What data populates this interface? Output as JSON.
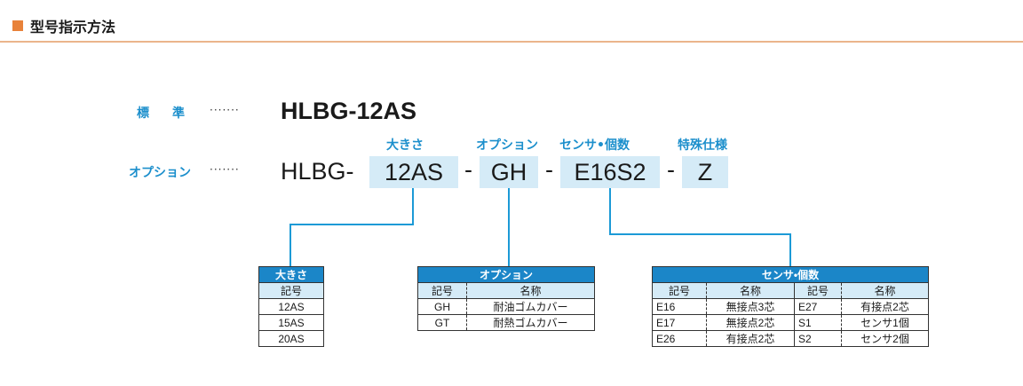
{
  "header": {
    "title": "型号指示方法",
    "accent": "#e8823a"
  },
  "rows": {
    "standard": {
      "label": "標　準",
      "dashes": "·······",
      "model": "HLBG-12AS"
    },
    "option": {
      "label": "オプション",
      "dashes": "·······",
      "prefix": "HLBG-"
    }
  },
  "segments": [
    {
      "label": "大きさ",
      "code": "12AS"
    },
    {
      "label": "オプション",
      "code": "GH"
    },
    {
      "label": "センサ•個数",
      "code": "E16S2"
    },
    {
      "label": "特殊仕様",
      "code": "Z"
    }
  ],
  "separator": "-",
  "tables": {
    "size": {
      "title": "大きさ",
      "col": "記号",
      "rows": [
        "12AS",
        "15AS",
        "20AS"
      ]
    },
    "option": {
      "title": "オプション",
      "cols": [
        "記号",
        "名称"
      ],
      "rows": [
        [
          "GH",
          "耐油ゴムカバー"
        ],
        [
          "GT",
          "耐熱ゴムカバー"
        ]
      ]
    },
    "sensor": {
      "title": "センサ•個数",
      "cols": [
        "記号",
        "名称",
        "記号",
        "名称"
      ],
      "rows": [
        [
          "E16",
          "無接点3芯",
          "E27",
          "有接点2芯"
        ],
        [
          "E17",
          "無接点2芯",
          "S1",
          "センサ1個"
        ],
        [
          "E26",
          "有接点2芯",
          "S2",
          "センサ2個"
        ]
      ]
    }
  },
  "colors": {
    "blue": "#1b86c8",
    "highlight": "#d5ebf7",
    "connector": "#1c9ad6"
  }
}
